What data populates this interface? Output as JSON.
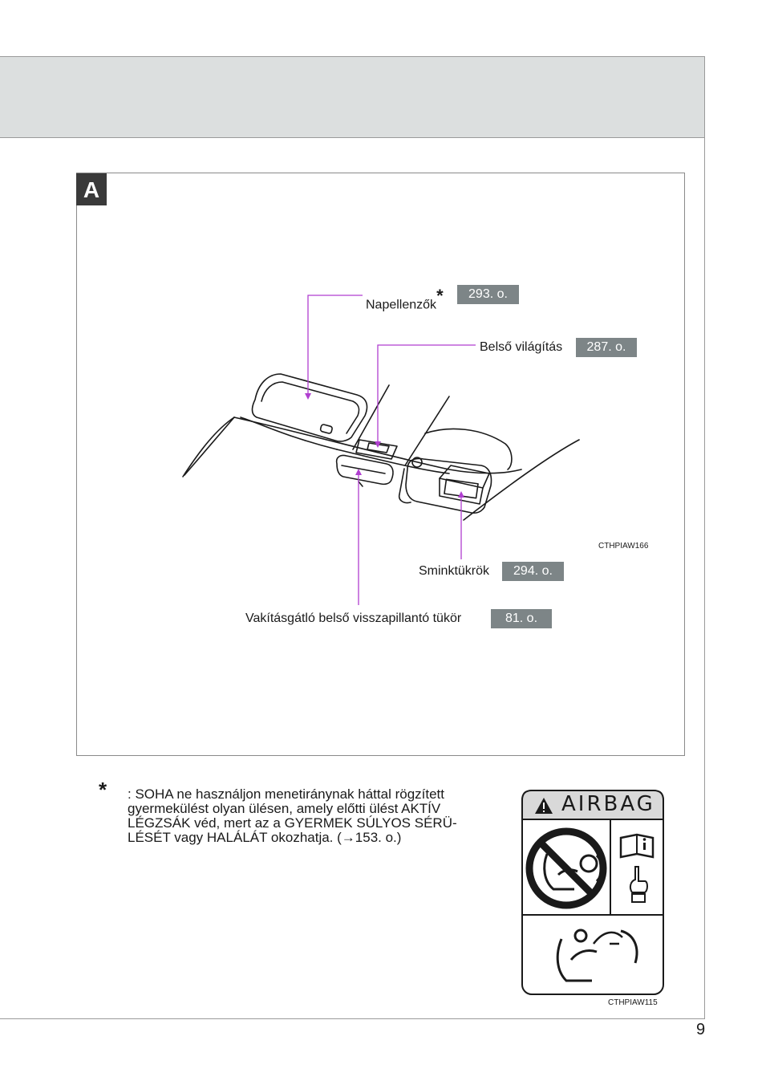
{
  "page": {
    "number": "9"
  },
  "figure": {
    "section_tag": "A",
    "image_code": "CTHPIAW166",
    "callouts": [
      {
        "label": "Napellenzők",
        "marker": "*",
        "page_ref": "293. o."
      },
      {
        "label": "Belső világítás",
        "page_ref": "287. o."
      },
      {
        "label": "Sminktükrök",
        "page_ref": "294. o."
      },
      {
        "label": "Vakításgátló belső visszapillantó tükör",
        "page_ref": "81. o."
      }
    ]
  },
  "footnote": {
    "marker": "*",
    "text": ": SOHA ne használjon menetiránynak háttal rögzített gyermekülést olyan ülésen, amely előtti ülést AKTÍV LÉGZSÁK véd, mert az a GYERMEK SÚLYOS SÉRÜ-LÉSÉT vagy HALÁLÁT okozhatja. (→153. o.)"
  },
  "airbag_label": {
    "title": "AIRBAG",
    "image_code": "CTHPIAW115"
  },
  "colors": {
    "callout_line": "#b03fd0",
    "page_ref_bg": "#7d8587",
    "header_band": "#dcdfdf"
  }
}
